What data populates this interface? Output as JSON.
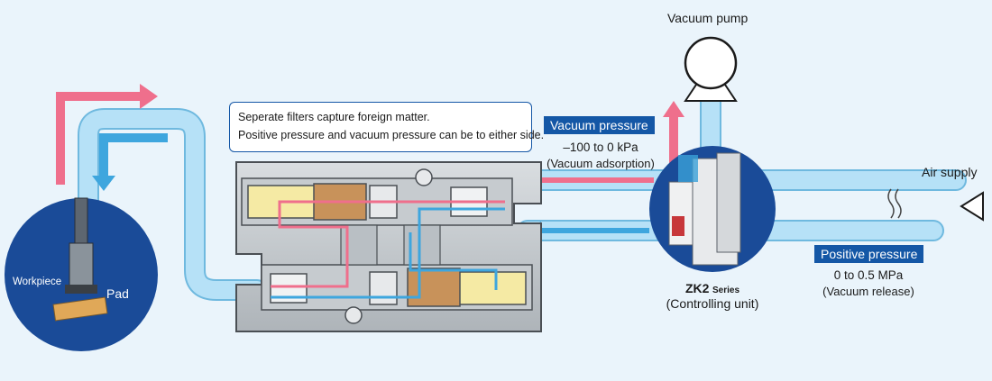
{
  "callout": {
    "line1": "Seperate filters capture foreign matter.",
    "line2": "Positive pressure and vacuum pressure can be to either side."
  },
  "vacuum_pump": {
    "label": "Vacuum pump"
  },
  "vacuum_pressure": {
    "title": "Vacuum pressure",
    "range": "–100 to 0 kPa",
    "note": "(Vacuum adsorption)"
  },
  "positive_pressure": {
    "title": "Positive pressure",
    "range": "0 to 0.5 MPa",
    "note": "(Vacuum release)"
  },
  "air_supply": {
    "label": "Air supply"
  },
  "controller": {
    "model": "ZK2",
    "series": "Series",
    "role": "(Controlling unit)"
  },
  "pad": {
    "label": "Pad",
    "workpiece_label": "Workpiece"
  },
  "colors": {
    "vacuum": "#ef6f8c",
    "positive": "#3ea6de",
    "tube": "#a9dbf5",
    "badge": "#1457a6"
  }
}
